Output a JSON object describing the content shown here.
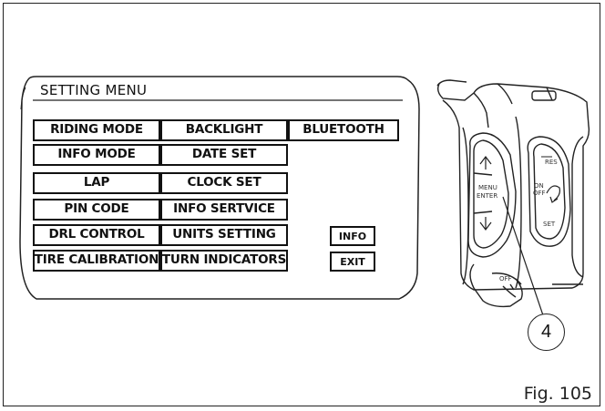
{
  "screen": {
    "title": "SETTING MENU",
    "buttons": [
      [
        "RIDING MODE",
        "BACKLIGHT",
        "BLUETOOTH"
      ],
      [
        "INFO MODE",
        "DATE SET"
      ],
      [
        "LAP",
        "CLOCK SET"
      ],
      [
        "PIN CODE",
        "INFO SERTVICE"
      ],
      [
        "DRL CONTROL",
        "UNITS SETTING"
      ],
      [
        "TIRE CALIBRATION",
        "TURN INDICATORS"
      ]
    ],
    "info_button": "INFO",
    "exit_button": "EXIT"
  },
  "switch_block": {
    "menu_enter_label": [
      "MENU",
      "ENTER"
    ],
    "res_label": "RES",
    "on_off_label": [
      "ON",
      "OFF"
    ],
    "set_label": "SET",
    "off_label": "OFF",
    "callout_number": "4"
  },
  "figure_label": "Fig. 105"
}
